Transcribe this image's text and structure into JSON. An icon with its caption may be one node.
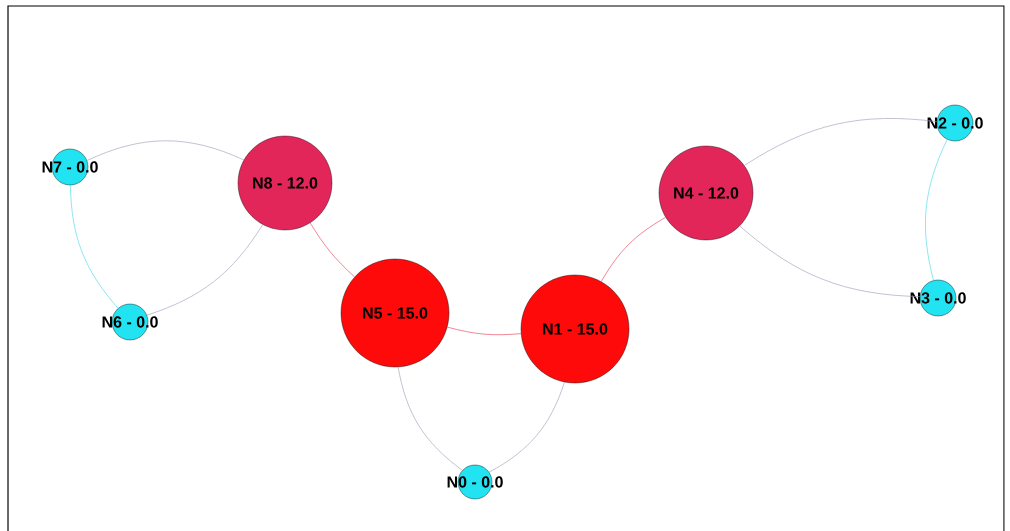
{
  "diagram": {
    "nodes": [
      {
        "text": [
          "N0 - 0.0"
        ]
      },
      {
        "text": [
          "N1 - 15.0"
        ]
      },
      {
        "text": [
          "N2 - 0.0"
        ]
      },
      {
        "text": [
          "N3 - 0.0"
        ]
      },
      {
        "text": [
          "N4 - 12.0"
        ]
      },
      {
        "text": [
          "N5 - 15.0"
        ]
      },
      {
        "text": [
          "N6 - 0.0"
        ]
      },
      {
        "text": [
          "N7 - 0.0"
        ]
      },
      {
        "text": [
          "N8 - 12.0"
        ]
      }
    ],
    "edges": [
      {
        "from": 8,
        "to": 7,
        "arrow": "none"
      },
      {
        "from": 7,
        "to": 6,
        "arrow": "none",
        "color": "#3fd6ea"
      },
      {
        "from": 6,
        "to": 8,
        "arrow": "none"
      },
      {
        "from": 8,
        "to": 5,
        "arrow": "none",
        "color": "#e8354f"
      },
      {
        "from": 5,
        "to": 1,
        "arrow": "none",
        "color": "#e8354f"
      },
      {
        "from": 5,
        "to": 0,
        "arrow": "none"
      },
      {
        "from": 0,
        "to": 1,
        "arrow": "none"
      },
      {
        "from": 1,
        "to": 4,
        "arrow": "none",
        "color": "#e8354f"
      },
      {
        "from": 4,
        "to": 2,
        "arrow": "none"
      },
      {
        "from": 2,
        "to": 3,
        "arrow": "none",
        "color": "#3fd6ea"
      },
      {
        "from": 4,
        "to": 3,
        "arrow": "none"
      }
    ]
  }
}
